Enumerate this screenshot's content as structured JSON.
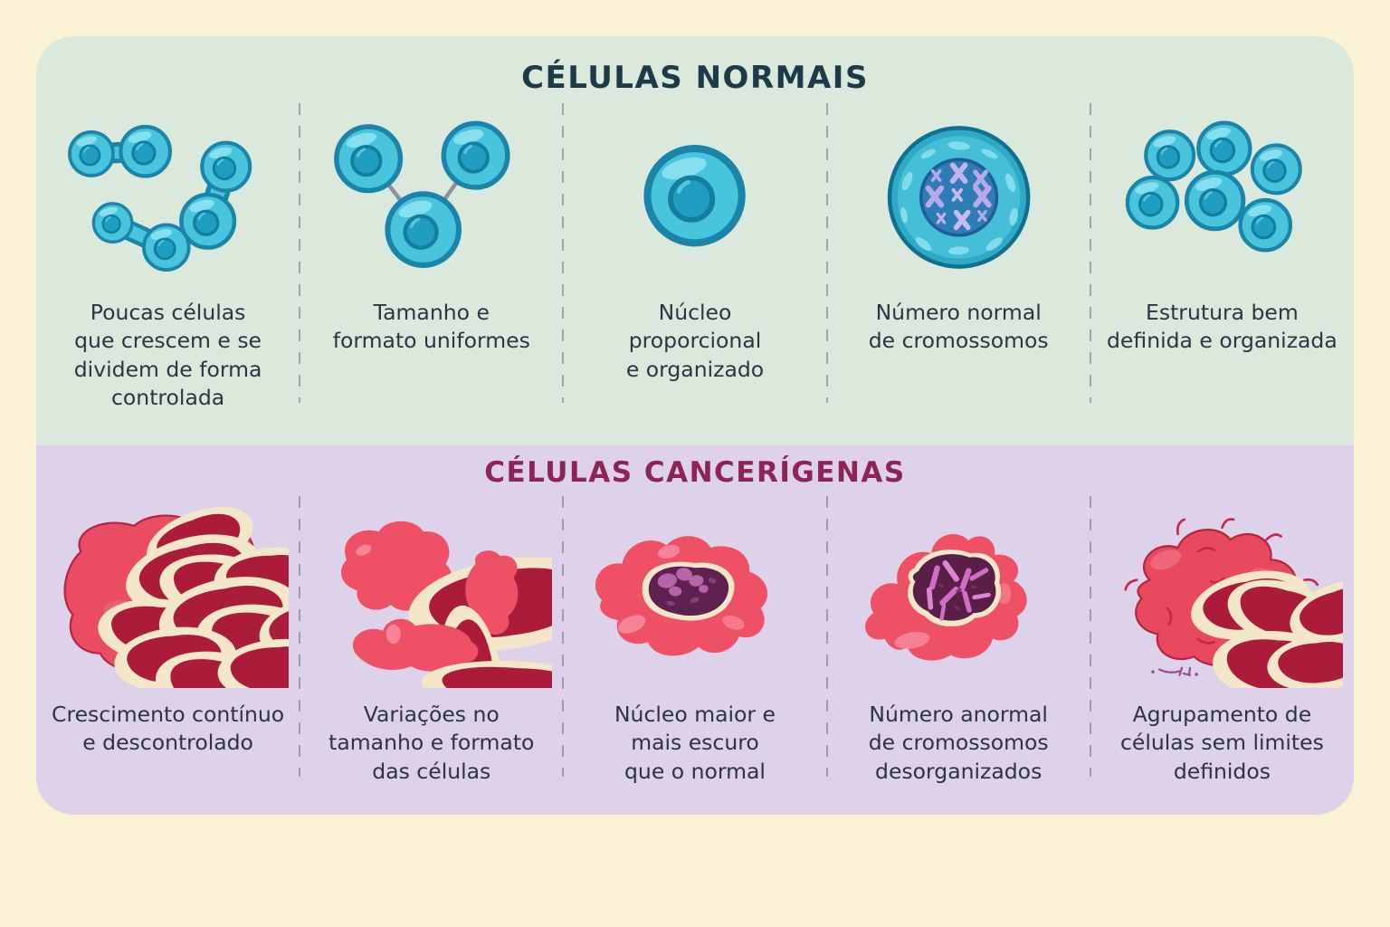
{
  "theme": {
    "page_bg": "#fbf2d6",
    "normal_bg": "#dbe9dd",
    "cancer_bg": "#ddd2e9",
    "normal_title": "#1c3a48",
    "cancer_title": "#8d2455",
    "caption": "#2c3344",
    "divider": "#6f6f74",
    "cell_teal": "#49c4dd",
    "cell_teal_outline": "#1a85a9",
    "nucleus_teal": "#1f9ec2",
    "chromosome_lavender": "#b7a9ea",
    "cell_red": "#ee5065",
    "nucleus_red": "#ab1c3a",
    "nucleus_maroon": "#5a1f47",
    "chromosome_magenta": "#d06dc5",
    "cream_rim": "#f4e6c8"
  },
  "normal_panel": {
    "title": "CÉLULAS NORMAIS",
    "items": [
      {
        "icon": "dividing-cells-icon",
        "caption": "Poucas células\nque crescem e se\ndividem de forma\ncontrolada"
      },
      {
        "icon": "uniform-cells-icon",
        "caption": "Tamanho e\nformato uniformes"
      },
      {
        "icon": "proportional-nucleus-cell-icon",
        "caption": "Núcleo\nproporcional\ne organizado"
      },
      {
        "icon": "normal-chromosomes-cell-icon",
        "caption": "Número normal\nde cromossomos"
      },
      {
        "icon": "organized-cell-cluster-icon",
        "caption": "Estrutura bem\ndefinida e organizada"
      }
    ]
  },
  "cancer_panel": {
    "title": "CÉLULAS CANCERÍGENAS",
    "items": [
      {
        "icon": "uncontrolled-growth-mass-icon",
        "caption": "Crescimento contínuo\ne descontrolado"
      },
      {
        "icon": "varied-cells-icon",
        "caption": "Variações no\ntamanho e formato\ndas células"
      },
      {
        "icon": "large-dark-nucleus-cell-icon",
        "caption": "Núcleo maior e\nmais escuro\nque o normal"
      },
      {
        "icon": "abnormal-chromosomes-cell-icon",
        "caption": "Número anormal\nde cromossomos\ndesorganizados"
      },
      {
        "icon": "undefined-cluster-icon",
        "caption": "Agrupamento de\ncélulas sem limites\ndefinidos"
      }
    ]
  }
}
